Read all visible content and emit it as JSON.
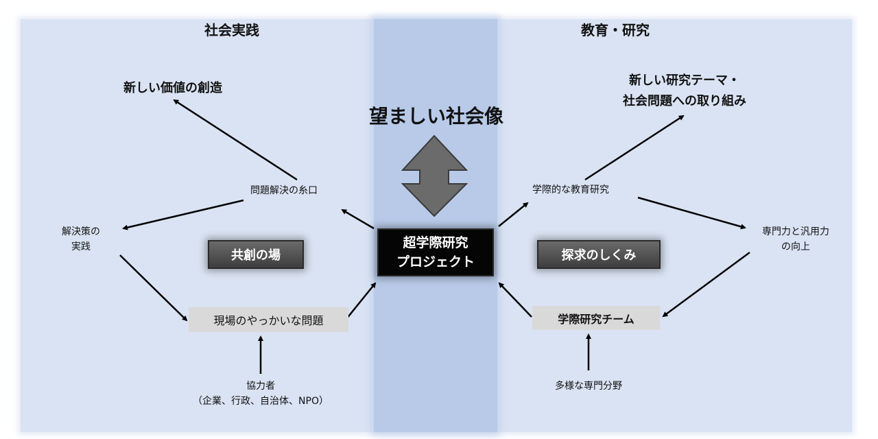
{
  "sections": {
    "left_title": "社会実践",
    "right_title": "教育・研究"
  },
  "top": {
    "center_goal": "望ましい社会像",
    "left_goal": "新しい価値の創造",
    "right_goal_line1": "新しい研究テーマ・",
    "right_goal_line2": "社会問題への取り組み"
  },
  "core": {
    "line1": "超学際研究",
    "line2": "プロジェクト"
  },
  "left": {
    "clue": "問題解決の糸口",
    "practice_line1": "解決策の",
    "practice_line2": "実践",
    "field": "共創の場",
    "problem": "現場のやっかいな問題",
    "partners_line1": "協力者",
    "partners_line2": "（企業、行政、自治体、NPO）"
  },
  "right": {
    "edu": "学際的な教育研究",
    "skills_line1": "専門力と汎用力",
    "skills_line2": "の向上",
    "field": "探求のしくみ",
    "team": "学際研究チーム",
    "fields": "多様な専門分野"
  }
}
